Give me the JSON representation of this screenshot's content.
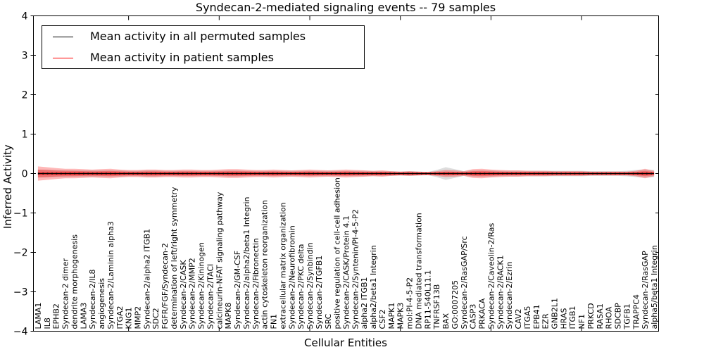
{
  "title": "Syndecan-2-mediated signaling events -- 79 samples",
  "axes": {
    "ylabel": "Inferred Activity",
    "xlabel": "Cellular Entities",
    "yticks": [
      "4",
      "3",
      "2",
      "1",
      "0",
      "−1",
      "−2",
      "−3",
      "−4"
    ]
  },
  "legend": [
    {
      "label": "Mean activity in all permuted samples",
      "color": "#000000"
    },
    {
      "label": "Mean activity in patient samples",
      "color": "#ff0000"
    }
  ],
  "colors": {
    "permuted_line": "#000000",
    "patient_line": "#ff0000",
    "permuted_band": "#aaaaaa",
    "patient_band": "#ff0000",
    "frame": "#000000"
  },
  "chart_data": {
    "type": "line",
    "title": "Syndecan-2-mediated signaling events -- 79 samples",
    "xlabel": "Cellular Entities",
    "ylabel": "Inferred Activity",
    "ylim": [
      -4,
      4
    ],
    "ytick_step": 1,
    "grid": false,
    "legend_position": "upper left",
    "categories": [
      "LAMA1",
      "IL8",
      "EPHB2",
      "Syndecan-2 dimer",
      "dendrite morphogenesis",
      "LAMA3",
      "Syndecan-2/IL8",
      "angiogenesis",
      "Syndecan-2/Laminin alpha3",
      "ITGA2",
      "KNG1",
      "MMP2",
      "Syndecan-2/alpha2 ITGB1",
      "SDC2",
      "FGFR/FGF/Syndecan-2",
      "determination of left/right symmetry",
      "Syndecan-2/CASK",
      "Syndecan-2/MMP2",
      "Syndecan-2/Kininogen",
      "Syndecan-2/TACI",
      "calcineurin-NFAT signaling pathway",
      "MAPK8",
      "Syndecan-2/GM-CSF",
      "Syndecan-2/alpha2/beta1 Integrin",
      "Syndecan-2/Fibronectin",
      "actin cytoskeleton reorganization",
      "FN1",
      "extracellular matrix organization",
      "Syndecan-2/Neurofibromin",
      "Syndecan-2/PKC delta",
      "Syndecan-2/Synbindin",
      "Syndecan-2/TGFB1",
      "SRC",
      "positive regulation of cell-cell adhesion",
      "Syndecan-2/CASK/Protein 4.1",
      "Syndecan-2/Syntenin/PI-4-5-P2",
      "alpha2 ITGB1",
      "alpha2/beta1 Integrin",
      "CSF2",
      "MAPK1",
      "MAPK3",
      "mol:PI-4-5-P2",
      "DNA mediated transformation",
      "RP11-540L11.1",
      "TNFRSF13B",
      "BAX",
      "GO:0007205",
      "Syndecan-2/RasGAP/Src",
      "CASP3",
      "PRKACA",
      "Syndecan-2/Caveolin-2/Ras",
      "Syndecan-2/RACK1",
      "Syndecan-2/Ezrin",
      "CAV2",
      "ITGA5",
      "EPB41",
      "EZR",
      "GNB2L1",
      "HRAS",
      "ITGB1",
      "NF1",
      "PRKCD",
      "RASA1",
      "RHOA",
      "SDCBP",
      "TGFB1",
      "TRAPPC4",
      "Syndecan-2/RasGAP",
      "alpha5/beta1 Integrin"
    ],
    "series": [
      {
        "name": "Mean activity in all permuted samples",
        "color": "#000000",
        "constant_value": 0.0,
        "band_color": "#aaaaaa",
        "band_halfwidth": [
          0.1,
          0.1,
          0.09,
          0.09,
          0.08,
          0.08,
          0.08,
          0.08,
          0.08,
          0.08,
          0.07,
          0.07,
          0.08,
          0.08,
          0.07,
          0.07,
          0.07,
          0.07,
          0.07,
          0.07,
          0.07,
          0.08,
          0.08,
          0.07,
          0.07,
          0.07,
          0.07,
          0.07,
          0.07,
          0.07,
          0.07,
          0.07,
          0.07,
          0.07,
          0.07,
          0.07,
          0.07,
          0.06,
          0.06,
          0.06,
          0.05,
          0.06,
          0.05,
          0.04,
          0.09,
          0.16,
          0.11,
          0.06,
          0.08,
          0.08,
          0.08,
          0.07,
          0.07,
          0.07,
          0.07,
          0.07,
          0.07,
          0.07,
          0.07,
          0.07,
          0.07,
          0.06,
          0.06,
          0.06,
          0.06,
          0.07,
          0.09,
          0.1,
          0.09
        ]
      },
      {
        "name": "Mean activity in patient samples",
        "color": "#ff0000",
        "constant_value": 0.0,
        "band_color": "#ff0000",
        "band_halfwidth": [
          0.18,
          0.16,
          0.14,
          0.12,
          0.12,
          0.11,
          0.1,
          0.11,
          0.12,
          0.1,
          0.09,
          0.09,
          0.1,
          0.1,
          0.09,
          0.09,
          0.1,
          0.1,
          0.09,
          0.09,
          0.1,
          0.11,
          0.11,
          0.1,
          0.09,
          0.09,
          0.1,
          0.09,
          0.08,
          0.09,
          0.1,
          0.09,
          0.08,
          0.09,
          0.1,
          0.09,
          0.08,
          0.07,
          0.08,
          0.06,
          0.05,
          0.06,
          0.05,
          0.04,
          0.06,
          0.09,
          0.08,
          0.06,
          0.11,
          0.12,
          0.1,
          0.09,
          0.08,
          0.08,
          0.07,
          0.07,
          0.07,
          0.06,
          0.06,
          0.06,
          0.06,
          0.05,
          0.05,
          0.05,
          0.05,
          0.05,
          0.07,
          0.12,
          0.07
        ]
      }
    ],
    "x_major_tick_indices": [
      10,
      20,
      30,
      40,
      50,
      60
    ]
  }
}
